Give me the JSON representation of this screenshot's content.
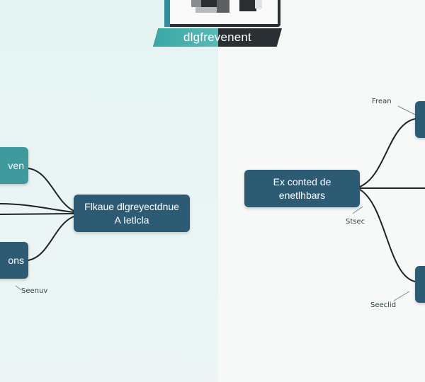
{
  "header": {
    "logo_text": "dlgfrevenent"
  },
  "left_diagram": {
    "central_node": {
      "line1": "Flkaue dlgreyectdnue",
      "line2": "A Ietlcla"
    },
    "branch_top": {
      "label": "ven"
    },
    "branch_bottom": {
      "label": "ons"
    },
    "annotation": "Seenuv"
  },
  "right_diagram": {
    "central_node": {
      "line1": "Ex conted de",
      "line2": "enetlhbars"
    },
    "annotation_top": "Frean",
    "annotation_middle": "Stsec",
    "annotation_bottom": "Seeclid"
  },
  "colors": {
    "node_teal": "#3e9a9c",
    "node_dark": "#2e5b74",
    "connector": "#1f2326",
    "background_left": "#e4f3f2",
    "background_right": "#f7f8f8"
  }
}
